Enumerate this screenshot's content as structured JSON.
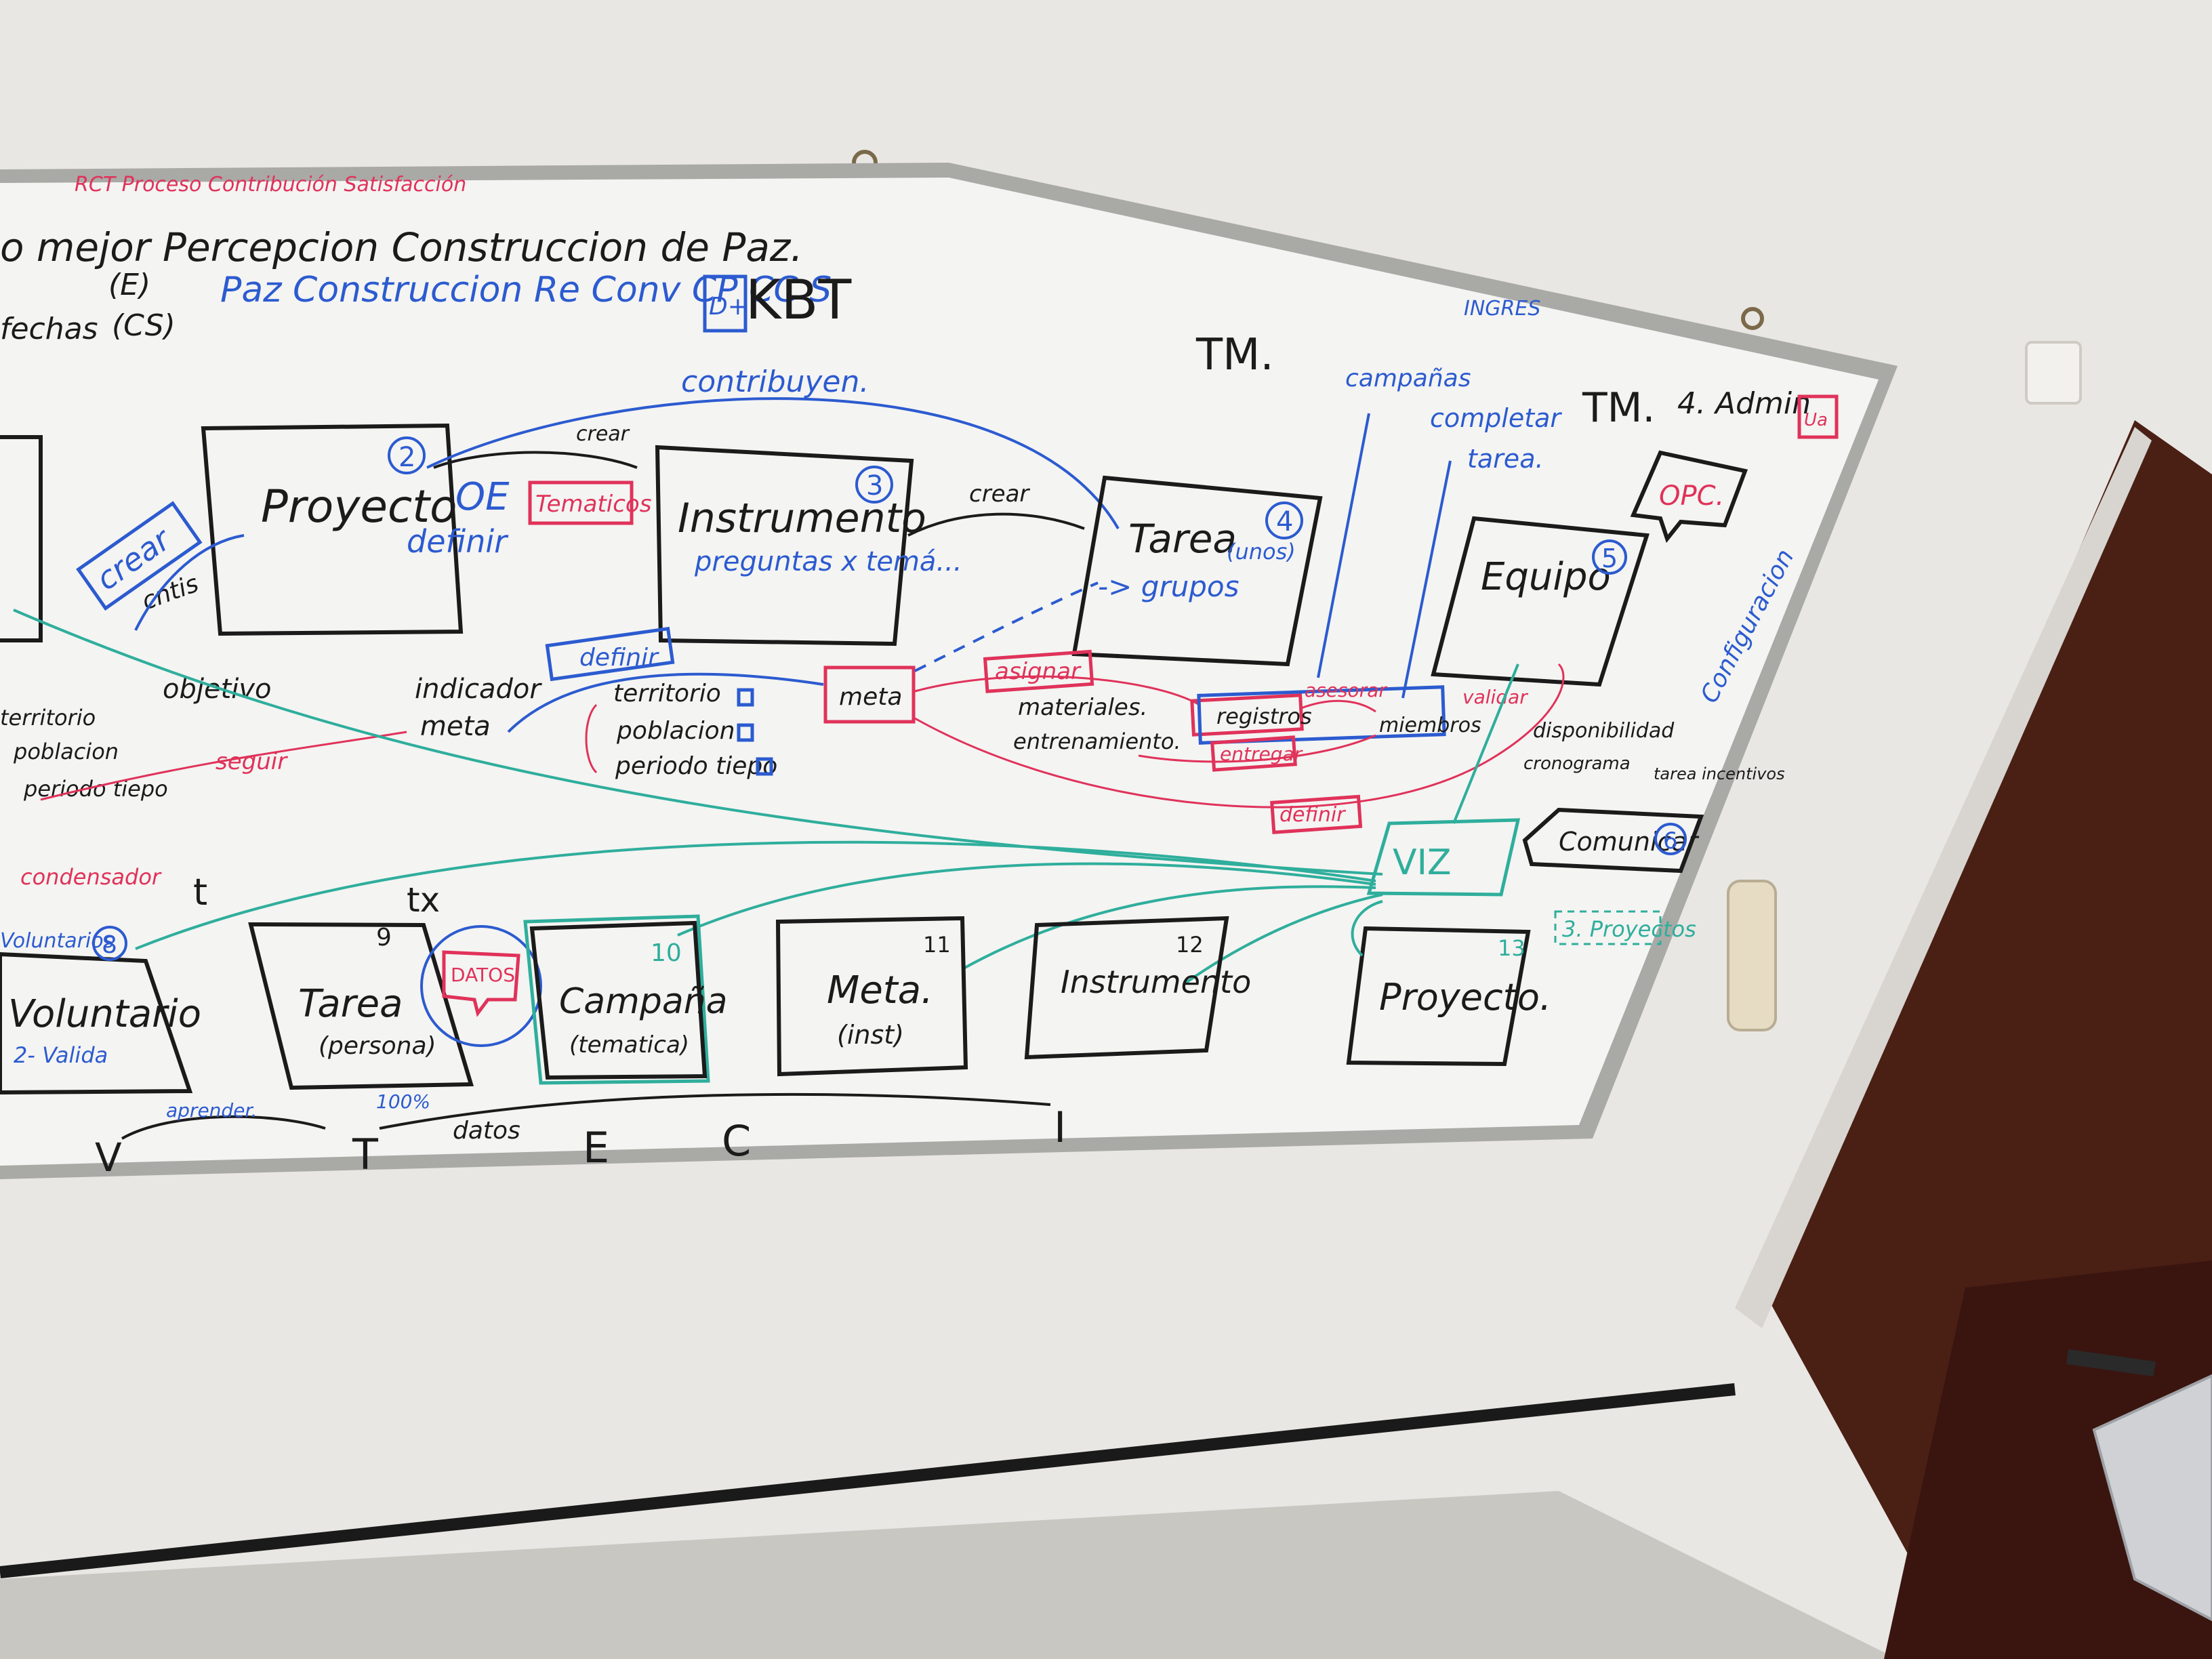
{
  "header": {
    "red_top_line": "RCT Proceso Contribución Satisfacción",
    "title_line": "o mejor Percepcion Construccion de Paz.",
    "e_label": "(E)",
    "cs_label": "(CS)",
    "fechas_label": "fechas",
    "blue_subtitle": "Paz Construccion Re Conv CP CC S",
    "dt_box": "D+",
    "kbt": "KBT",
    "ingres": "INGRES",
    "tm_center": "TM.",
    "tm_right": "TM.",
    "admin": "4. Admin"
  },
  "top_row": {
    "proyecto": {
      "label": "Proyecto",
      "num": "2"
    },
    "oe": "OE",
    "tematicos": "Tematicos",
    "definir": "definir",
    "crear_left": "crear",
    "crear_small": "crear",
    "cntis": "cntis",
    "instrumento": {
      "label": "Instrumento",
      "num": "3",
      "sub": "preguntas x temá..."
    },
    "contribuyen": "contribuyen.",
    "crear_inst": "crear",
    "tarea": {
      "label": "Tarea",
      "sub1": "(unos)",
      "sub2": "-> grupos",
      "num": "4"
    },
    "campanas": "campañas",
    "completar": "completar",
    "tarea_small": "tarea.",
    "equipo": {
      "label": "Equipo",
      "num": "5"
    },
    "opc": "OPC.",
    "configuracion": "Configuracion",
    "ua": "Ua"
  },
  "middle": {
    "objetivo": "objetivo",
    "indicador": "indicador",
    "meta_word": "meta",
    "definir_box": "definir",
    "territorio": "territorio",
    "poblacion": "poblacion",
    "periodo": "periodo tiepo",
    "left_territorio": "territorio",
    "left_poblacion": "poblacion",
    "left_periodo": "periodo tiepo",
    "seguir": "seguir",
    "meta_box": "meta",
    "asignar": "asignar",
    "materiales": "materiales.",
    "entrenamiento": "entrenamiento.",
    "registros": "registros",
    "asesorar": "asesorar",
    "miembros": "miembros",
    "entregar": "entregar",
    "validar": "validar",
    "disponibilidad": "disponibilidad",
    "cronograma": "cronograma",
    "tarea_incentivos": "tarea incentivos",
    "definir_red": "definir",
    "viz": "VIZ",
    "comunicar": "Comunicar",
    "comunicar_num": "6",
    "proyectos_label": "3. Proyectos",
    "condensador": "condensador",
    "t_marker": "t",
    "tx_marker": "tx"
  },
  "bottom_row": {
    "voluntario": {
      "label": "Voluntario",
      "num": "8",
      "sub": "2- Valida",
      "top": "Voluntarios"
    },
    "tarea": {
      "label": "Tarea",
      "sub": "(persona)",
      "num": "9"
    },
    "datos": "DATOS",
    "campana": {
      "label": "Campaña",
      "sub": "(tematica)",
      "num": "10"
    },
    "meta": {
      "label": "Meta.",
      "sub": "(inst)",
      "num": "11"
    },
    "instrumento": {
      "label": "Instrumento",
      "num": "12"
    },
    "proyecto": {
      "label": "Proyecto.",
      "num": "13"
    },
    "aprender": "aprender.",
    "pct": "100%",
    "datos_word": "datos",
    "letters": [
      "V",
      "T",
      "E",
      "C",
      "I"
    ]
  },
  "colors": {
    "board": "#f4f4f2",
    "frame": "#a9a9a6",
    "wall": "#e9e7e3",
    "door": "#4a1f14",
    "floor": "#c9c7c2",
    "black_marker": "#1b1b1b",
    "blue_marker": "#2c5bd0",
    "red_marker": "#e0325a",
    "teal_marker": "#2fae9c"
  }
}
